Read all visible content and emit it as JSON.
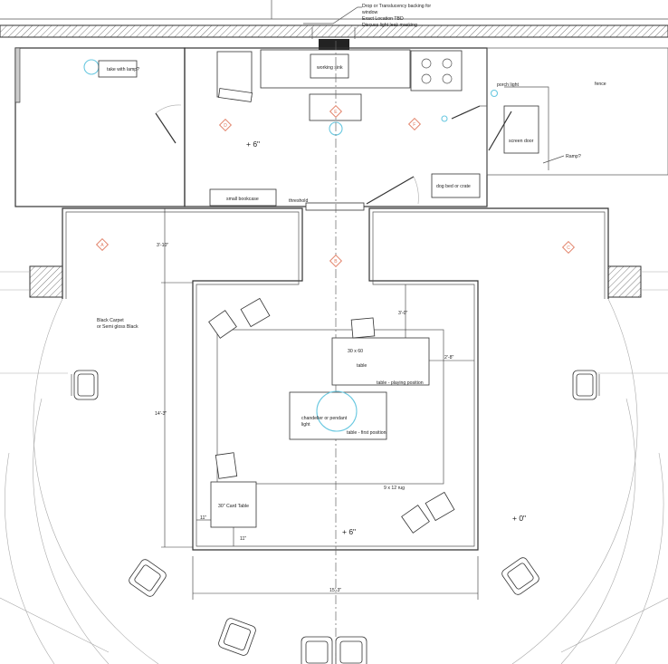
{
  "notes": {
    "window_note": [
      "Drop or Translucency backing for",
      "window",
      "Exact Location TBD",
      "Discuss light leak masking"
    ]
  },
  "labels": {
    "take_with_lamp": "take with lamp?",
    "working_sink": "working sink",
    "porch_light": "porch light",
    "fence": "fence",
    "screen_door": "screen door",
    "ramp": "Ramp?",
    "dog_bed": "dog bed or crate",
    "small_bookcase": "small bookcase",
    "threshold": "threshold",
    "black_carpet": [
      "Black Carpet",
      "or Semi gloss Black"
    ],
    "table_size": "30 x 60",
    "table": "table",
    "table_playing": "table - playing  position",
    "chandelier": [
      "chandelier or pendant",
      "light"
    ],
    "table_first": "table - first position",
    "rug": "9 x 12 rug",
    "card_table": "30\" Card Table"
  },
  "elevations": {
    "upper": "+ 6\"",
    "stage": "+ 6\"",
    "floor": "+ 0\""
  },
  "dimensions": {
    "d_3_10": "3'-10\"",
    "d_14_3": "14'-3\"",
    "d_3_0": "3'-0\"",
    "d_2_8": "2'-8\"",
    "d_11_side": "11\"",
    "d_11_bottom": "11\"",
    "d_15_3": "15'-3\""
  },
  "markers": {
    "a": "A",
    "b": "B",
    "c": "C",
    "d": "D",
    "e": "E",
    "f": "F"
  },
  "colors": {
    "marker": "#e07a5f",
    "light": "#69c8e0",
    "line": "#333333"
  }
}
